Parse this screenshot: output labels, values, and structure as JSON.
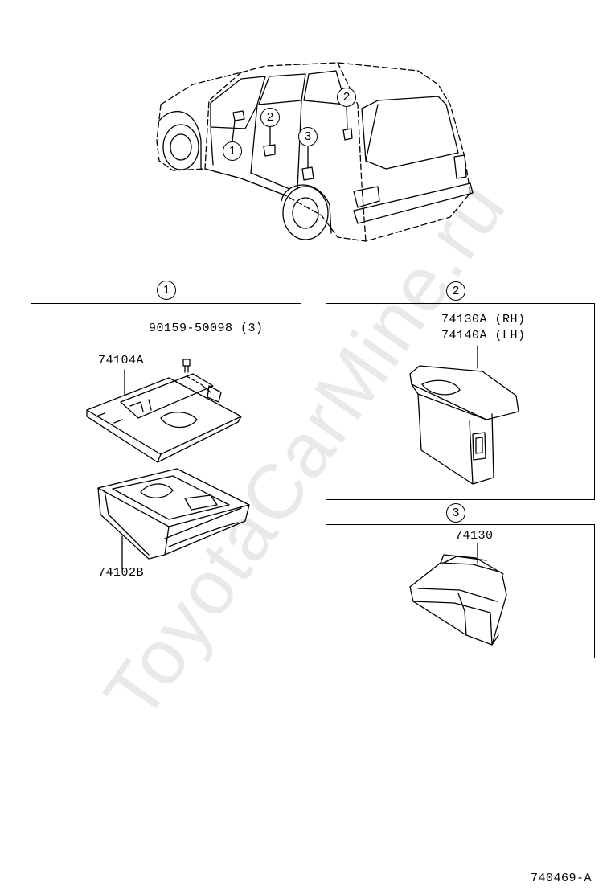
{
  "watermark": "ToyotaCarMine.ru",
  "callouts": {
    "c1": "1",
    "c2": "2",
    "c3": "3"
  },
  "panel1": {
    "marker": "1",
    "bolt_part": "90159-50098 (3)",
    "bracket_part": "74104A",
    "ashtray_part": "74102B"
  },
  "panel2": {
    "marker": "2",
    "part_rh": "74130A (RH)",
    "part_lh": "74140A (LH)"
  },
  "panel3": {
    "marker": "3",
    "part": "74130"
  },
  "figure_code": "740469-A"
}
